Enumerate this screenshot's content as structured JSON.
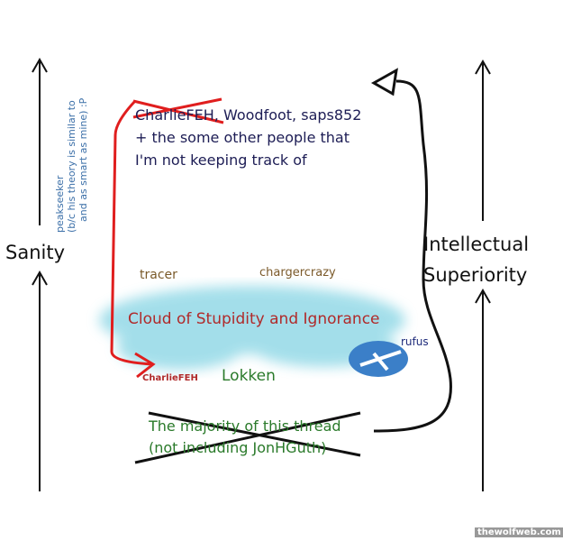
{
  "labels": {
    "sanity": "Sanity",
    "intellectual_superiority": [
      "Intellectual",
      "Superiority"
    ],
    "top_group": {
      "crossed_name": "CharlieFEH",
      "line1_rest": ", Woodfoot, saps852",
      "line2": "+ the some other people that",
      "line3": "I'm not keeping track of"
    },
    "peakseeker": {
      "name": "peakseeker",
      "note1": "(b/c his theory is similar to",
      "note2": "and as smart as mine) :P"
    },
    "tracer": "tracer",
    "chargercrazy": "chargercrazy",
    "cloud": "Cloud of Stupidity and Ignorance",
    "rufus": "rufus",
    "charliefeh_moved": "CharlieFEH",
    "lokken": "Lokken",
    "majority": {
      "line1": "The majority of this thread",
      "line2": "(not including JonHGuth)"
    },
    "watermark": "thewolfweb.com"
  },
  "colors": {
    "red_arrow": "#e01e1e",
    "cloud": "#8fd8e6",
    "black": "#111111"
  }
}
